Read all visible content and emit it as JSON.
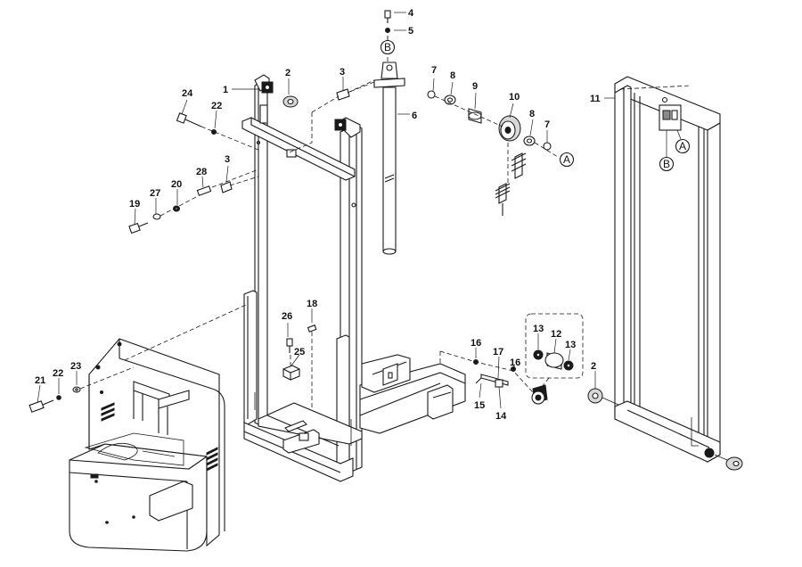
{
  "callouts": {
    "c1": "1",
    "c2a": "2",
    "c2b": "2",
    "c3a": "3",
    "c3b": "3",
    "c4": "4",
    "c5": "5",
    "c6": "6",
    "c7a": "7",
    "c7b": "7",
    "c8a": "8",
    "c8b": "8",
    "c9": "9",
    "c10": "10",
    "c11": "11",
    "c12": "12",
    "c13a": "13",
    "c13b": "13",
    "c14": "14",
    "c15": "15",
    "c16a": "16",
    "c16b": "16",
    "c17": "17",
    "c18": "18",
    "c19": "19",
    "c20": "20",
    "c21": "21",
    "c22a": "22",
    "c22b": "22",
    "c23": "23",
    "c24": "24",
    "c25": "25",
    "c26": "26",
    "c27": "27",
    "c28": "28"
  },
  "refs": {
    "a1": "A",
    "a2": "A",
    "b1": "B",
    "b2": "B"
  }
}
